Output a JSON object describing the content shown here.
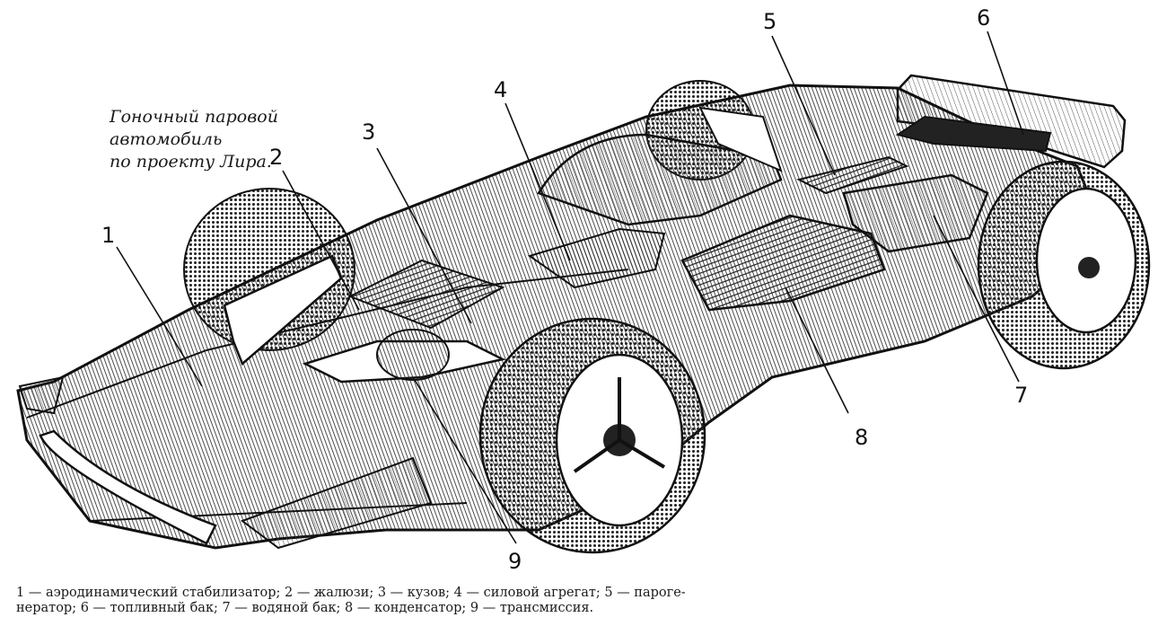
{
  "title": {
    "line1": "Гоночный паровой автомобиль",
    "line2": "по проекту Лира."
  },
  "labels": [
    {
      "id": "1",
      "text": "1"
    },
    {
      "id": "2",
      "text": "2"
    },
    {
      "id": "3",
      "text": "3"
    },
    {
      "id": "4",
      "text": "4"
    },
    {
      "id": "5",
      "text": "5"
    },
    {
      "id": "6",
      "text": "6"
    },
    {
      "id": "7",
      "text": "7"
    },
    {
      "id": "8",
      "text": "8"
    },
    {
      "id": "9",
      "text": "9"
    }
  ],
  "caption": {
    "line1": "1 — аэродинамический стабилизатор; 2 — жалюзи; 3 — кузов; 4 — силовой агрегат; 5 — пароге-",
    "line2": "нератор; 6 — топливный бак; 7 — водяной бак; 8 — конденсатор; 9 — трансмиссия."
  },
  "colors": {
    "ink": "#1a1a1a",
    "paper": "#ffffff"
  }
}
